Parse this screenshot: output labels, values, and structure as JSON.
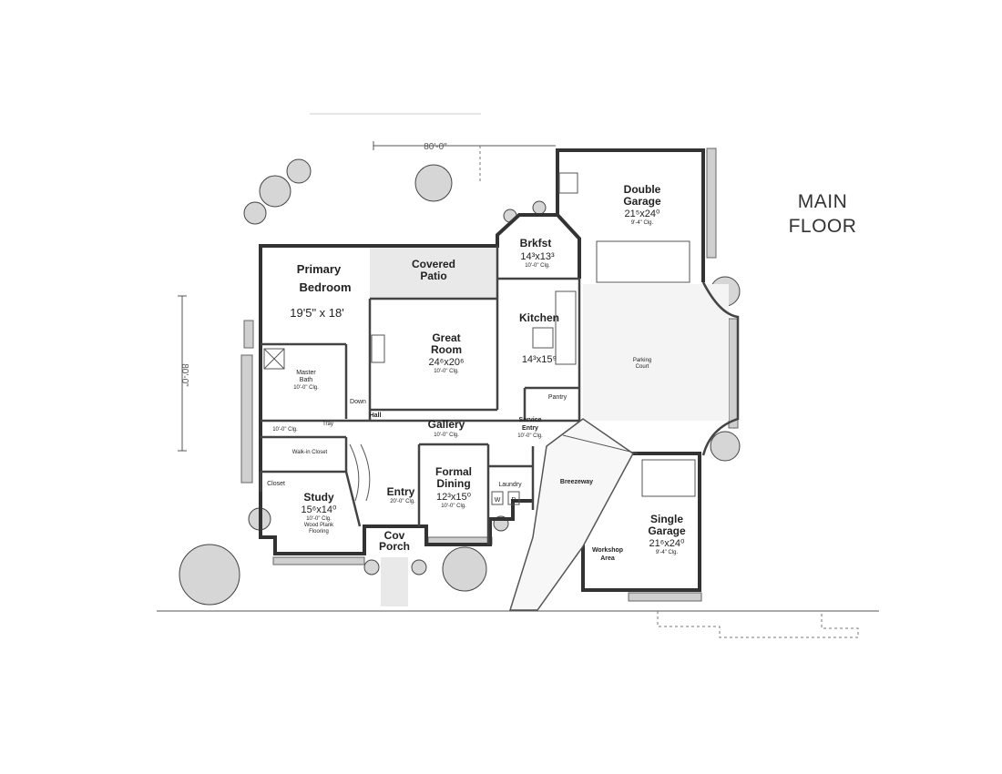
{
  "title": {
    "line1": "MAIN",
    "line2": "FLOOR"
  },
  "dimensions": {
    "width": "80'-0\"",
    "depth": "80'-0\""
  },
  "rooms": {
    "primary_bedroom": {
      "name1": "Primary",
      "name2": "Bedroom",
      "size": "19'5\" x 18'"
    },
    "covered_patio": {
      "name1": "Covered",
      "name2": "Patio"
    },
    "great_room": {
      "name1": "Great",
      "name2": "Room",
      "size": "24⁶x20⁶",
      "note": "10'-0\" Clg."
    },
    "brkfst": {
      "name": "Brkfst",
      "size": "14³x13³",
      "note": "10'-0\" Clg."
    },
    "kitchen": {
      "name": "Kitchen",
      "size": "14³x15⁹"
    },
    "double_garage": {
      "name1": "Double",
      "name2": "Garage",
      "size": "21⁵x24⁰",
      "note": "9'-4\" Clg."
    },
    "master_bath": {
      "name1": "Master",
      "name2": "Bath",
      "note": "10'-0\" Clg."
    },
    "hall": {
      "name": "Hall"
    },
    "gallery": {
      "name": "Gallery",
      "note": "10'-0\" Clg."
    },
    "service_entry": {
      "name1": "Service",
      "name2": "Entry",
      "note": "10'-0\" Clg."
    },
    "walk_in_closet": {
      "name": "Walk-in Closet"
    },
    "study": {
      "name": "Study",
      "size": "15⁶x14⁰",
      "note1": "10'-0\" Clg.",
      "note2": "Wood Plank",
      "note3": "Flooring"
    },
    "entry": {
      "name": "Entry",
      "note": "20'-0\" Clg."
    },
    "formal_dining": {
      "name1": "Formal",
      "name2": "Dining",
      "size": "12³x15⁰",
      "note": "10'-0\" Clg."
    },
    "laundry": {
      "name": "Laundry"
    },
    "breezeway": {
      "name": "Breezeway"
    },
    "single_garage": {
      "name1": "Single",
      "name2": "Garage",
      "size": "21⁶x24⁰",
      "note": "9'-4\" Clg."
    },
    "workshop": {
      "name1": "Workshop",
      "name2": "Area"
    },
    "cov_porch": {
      "name1": "Cov",
      "name2": "Porch"
    },
    "pantry": {
      "name": "Pantry"
    },
    "parking_court": {
      "name1": "Parking",
      "name2": "Court"
    }
  },
  "small_labels": {
    "closet": "Closet",
    "down": "Down",
    "tray": "Tray",
    "washer": "W",
    "dryer": "D",
    "wic_clg": "10'-0\" Clg."
  }
}
